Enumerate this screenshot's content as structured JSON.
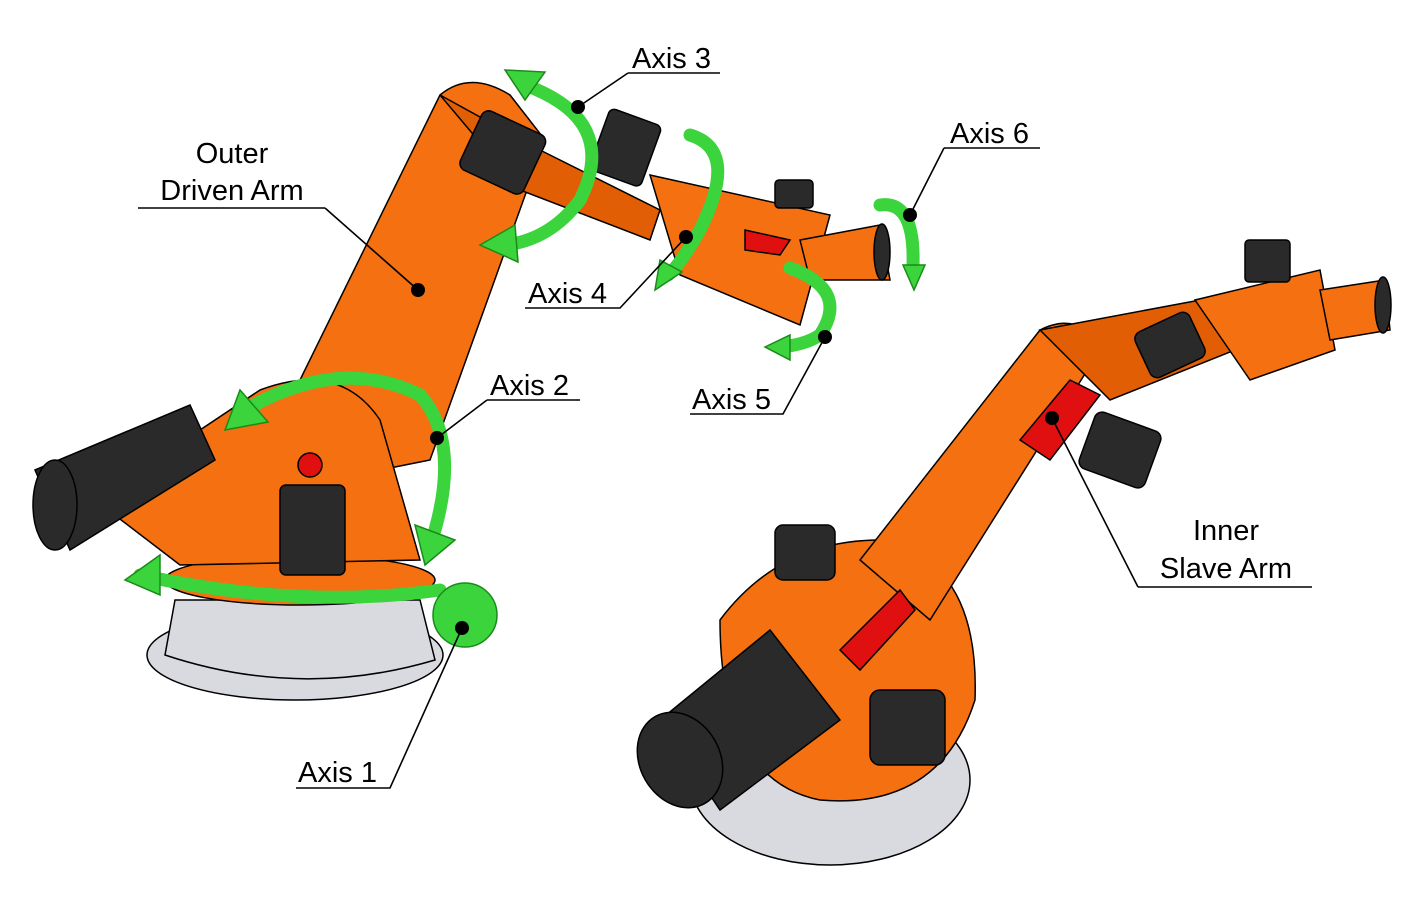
{
  "labels": {
    "axis1": "Axis 1",
    "axis2": "Axis 2",
    "axis3": "Axis 3",
    "axis4": "Axis 4",
    "axis5": "Axis 5",
    "axis6": "Axis 6",
    "outer_driven_arm_line1": "Outer",
    "outer_driven_arm_line2": "Driven Arm",
    "inner_slave_arm_line1": "Inner",
    "inner_slave_arm_line2": "Slave Arm"
  },
  "colors": {
    "arm": "#f47010",
    "motor": "#2a2a2a",
    "base": "#d9d9e0",
    "slave_arm": "#e01010",
    "rotation_arrow": "#3cd43c"
  }
}
